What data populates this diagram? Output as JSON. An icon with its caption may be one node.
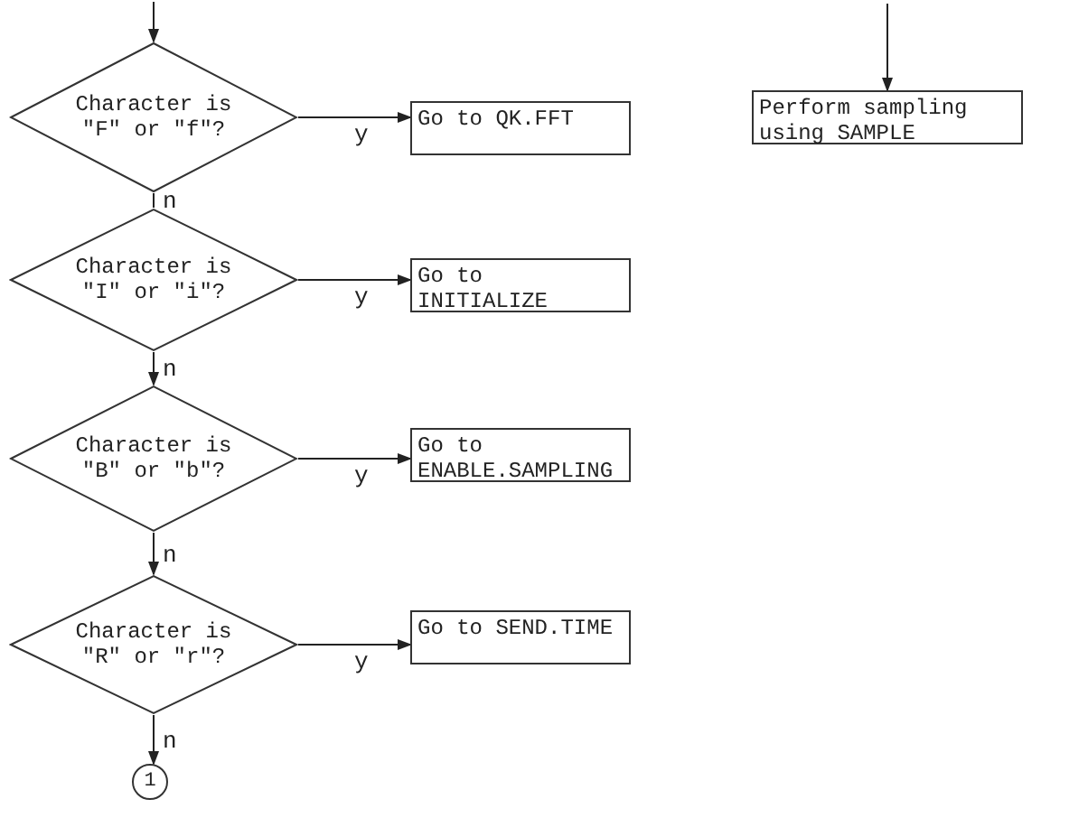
{
  "diagram": {
    "nodes": [
      {
        "text": [
          "Character is \"F\" or \"f\"?"
        ]
      },
      {
        "text": [
          "Go to QK.FFT"
        ]
      },
      {
        "text": [
          "Perform sampling using SAMPLE"
        ]
      },
      {
        "text": [
          "Character is \"I\" or \"i\"?"
        ]
      },
      {
        "text": [
          "Go to INITIALIZE"
        ]
      },
      {
        "text": [
          "Character is \"B\" or \"b\"?"
        ]
      },
      {
        "text": [
          "Go to ENABLE.SAMPLING"
        ]
      },
      {
        "text": [
          "Character is \"R\" or \"r\"?"
        ]
      },
      {
        "text": [
          "Go to SEND.TIME"
        ]
      },
      {
        "text": [
          "1"
        ]
      }
    ],
    "edges": [
      {
        "from": null,
        "to": 0,
        "arrow": "to"
      },
      {
        "from": 0,
        "to": 1,
        "arrow": "to",
        "label": "y"
      },
      {
        "from": null,
        "to": 2,
        "arrow": "to"
      },
      {
        "from": 0,
        "to": 3,
        "arrow": "none",
        "label": "n"
      },
      {
        "from": 3,
        "to": 4,
        "arrow": "to",
        "label": "y"
      },
      {
        "from": 3,
        "to": 5,
        "arrow": "to",
        "label": "n"
      },
      {
        "from": 5,
        "to": 6,
        "arrow": "to",
        "label": "y"
      },
      {
        "from": 5,
        "to": 7,
        "arrow": "to",
        "label": "n"
      },
      {
        "from": 7,
        "to": 8,
        "arrow": "to",
        "label": "y"
      },
      {
        "from": 7,
        "to": 9,
        "arrow": "to",
        "label": "n"
      }
    ]
  }
}
